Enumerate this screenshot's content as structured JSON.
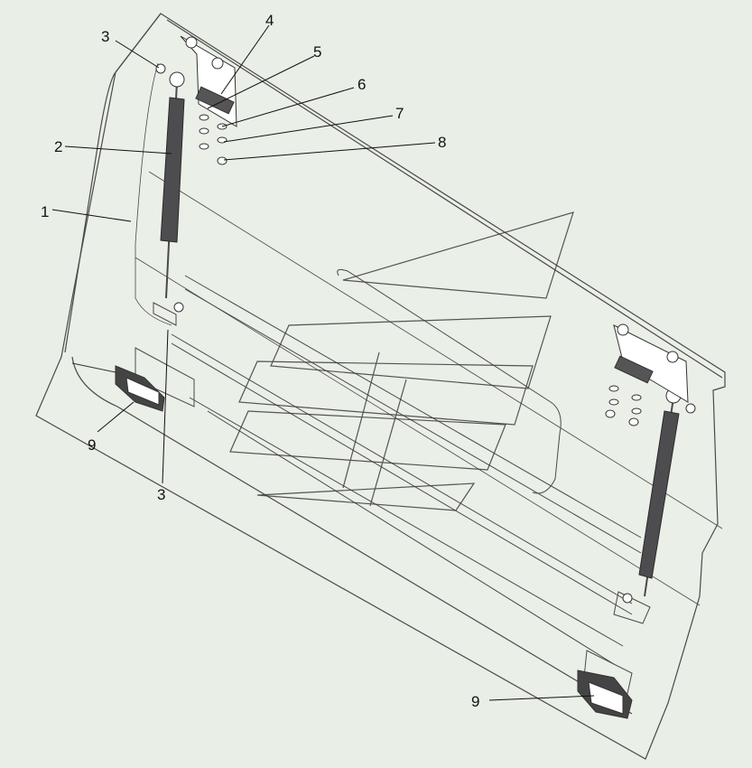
{
  "callouts": [
    {
      "id": "c1",
      "label": "1"
    },
    {
      "id": "c2",
      "label": "2"
    },
    {
      "id": "c3a",
      "label": "3"
    },
    {
      "id": "c3b",
      "label": "3"
    },
    {
      "id": "c4",
      "label": "4"
    },
    {
      "id": "c5",
      "label": "5"
    },
    {
      "id": "c6",
      "label": "6"
    },
    {
      "id": "c7",
      "label": "7"
    },
    {
      "id": "c8",
      "label": "8"
    },
    {
      "id": "c9a",
      "label": "9"
    },
    {
      "id": "c9b",
      "label": "9"
    }
  ],
  "colors": {
    "background": "#e9eee6",
    "line": "#4a4a4a",
    "strut": "#4d4d50",
    "watermark": "#3a3a3a"
  },
  "watermark_logo": "triangular-logo"
}
